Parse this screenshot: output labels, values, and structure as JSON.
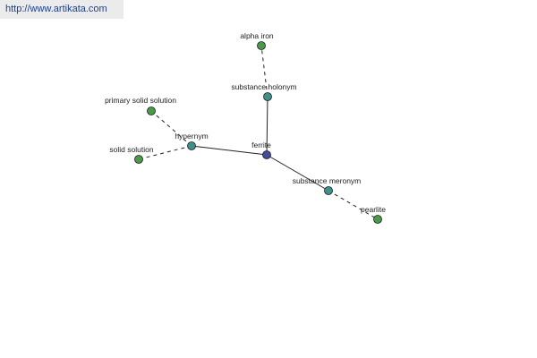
{
  "banner": {
    "url_text": "http://www.artikata.com"
  },
  "graph": {
    "nodes": [
      {
        "id": "ferrite",
        "label": "ferrite",
        "kind": "center",
        "color": "#3f4d9a"
      },
      {
        "id": "substance_holonym",
        "label": "substance holonym",
        "kind": "relation",
        "color": "#3f8f8a"
      },
      {
        "id": "alpha_iron",
        "label": "alpha iron",
        "kind": "term",
        "color": "#4a9a4a"
      },
      {
        "id": "hypernym",
        "label": "hypernym",
        "kind": "relation",
        "color": "#3f8f8a"
      },
      {
        "id": "primary_solid_solution",
        "label": "primary solid solution",
        "kind": "term",
        "color": "#4a9a4a"
      },
      {
        "id": "solid_solution",
        "label": "solid solution",
        "kind": "term",
        "color": "#4a9a4a"
      },
      {
        "id": "substance_meronym",
        "label": "substance meronym",
        "kind": "relation",
        "color": "#3f8f8a"
      },
      {
        "id": "pearlite",
        "label": "pearlite",
        "kind": "term",
        "color": "#4a9a4a"
      }
    ],
    "edges": [
      {
        "from": "ferrite",
        "to": "substance_holonym",
        "style": "solid"
      },
      {
        "from": "substance_holonym",
        "to": "alpha_iron",
        "style": "dashed"
      },
      {
        "from": "ferrite",
        "to": "hypernym",
        "style": "solid"
      },
      {
        "from": "hypernym",
        "to": "primary_solid_solution",
        "style": "dashed"
      },
      {
        "from": "hypernym",
        "to": "solid_solution",
        "style": "dashed"
      },
      {
        "from": "ferrite",
        "to": "substance_meronym",
        "style": "solid"
      },
      {
        "from": "substance_meronym",
        "to": "pearlite",
        "style": "dashed"
      }
    ]
  }
}
